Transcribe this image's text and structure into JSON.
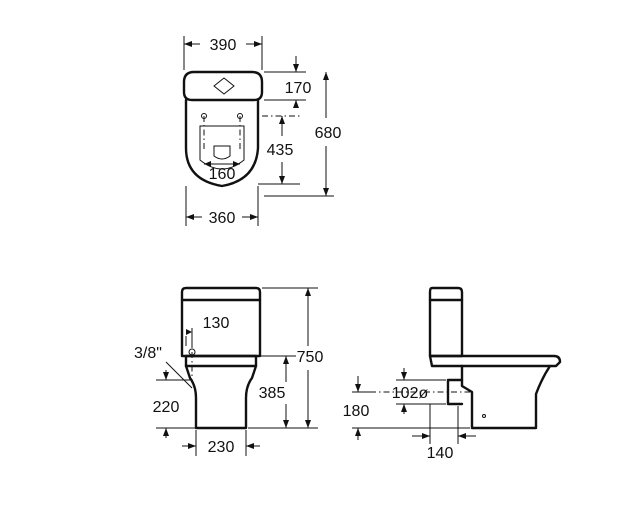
{
  "top_view": {
    "tank_width": "390",
    "tank_depth": "170",
    "overall_depth": "680",
    "fixing_distance": "435",
    "seat_hole_spacing": "160",
    "bowl_width": "360"
  },
  "front_view": {
    "inlet_offset": "130",
    "inlet_thread": "3/8\"",
    "inlet_height": "220",
    "overall_height": "750",
    "bowl_height": "385",
    "base_width": "230"
  },
  "side_view": {
    "outlet_diameter": "102ø",
    "outlet_height": "180",
    "outlet_setback": "140"
  }
}
